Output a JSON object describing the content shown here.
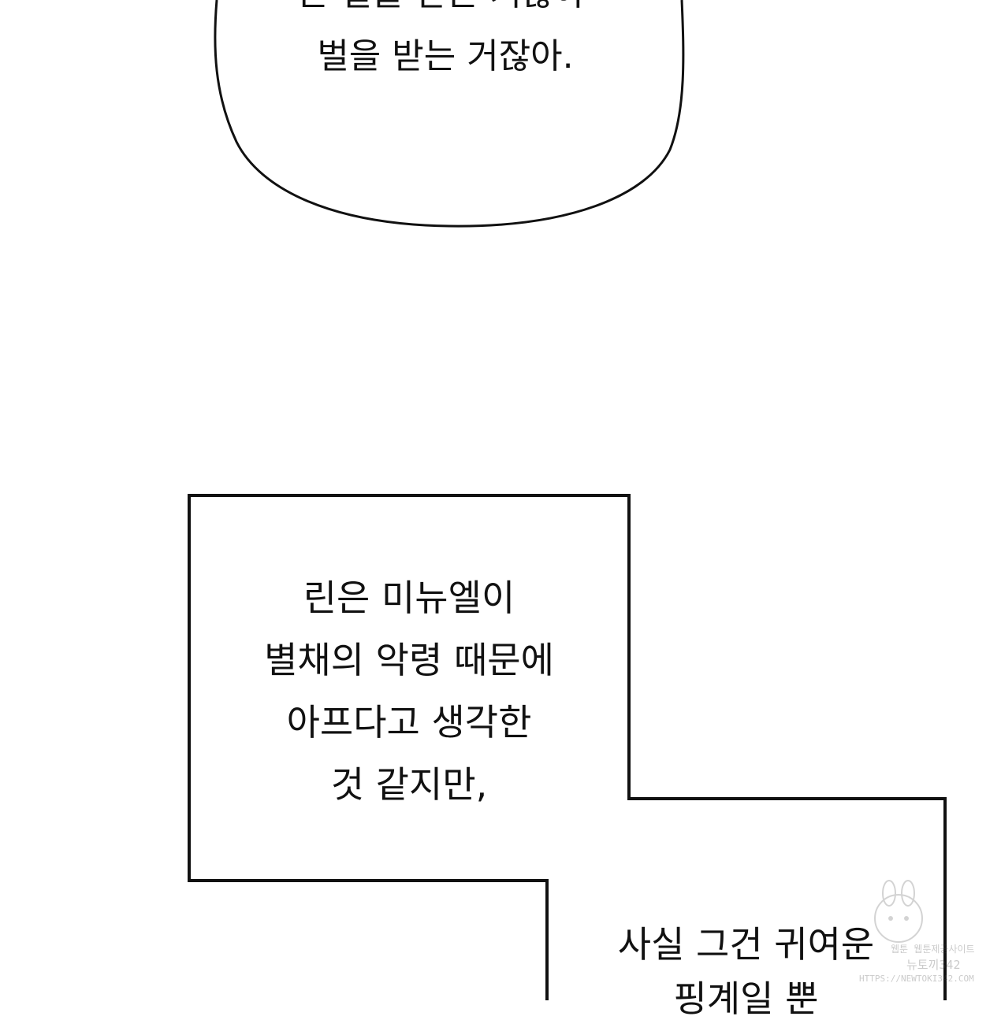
{
  "speech_bubble": {
    "partial_line": "는 벌을 받는 거잖아",
    "line": "벌을 받는 거잖아."
  },
  "narration_box_1": {
    "lines": [
      "린은 미뉴엘이",
      "별채의 악령 때문에",
      "아프다고 생각한",
      "것 같지만,"
    ]
  },
  "narration_box_2": {
    "lines": [
      "사실 그건 귀여운",
      "핑계일 뿐"
    ]
  },
  "watermark": {
    "line1": "웹툰 웹툰제공사이트",
    "line2": "뉴토끼342",
    "line3": "HTTPS://NEWTOKI342.COM"
  }
}
